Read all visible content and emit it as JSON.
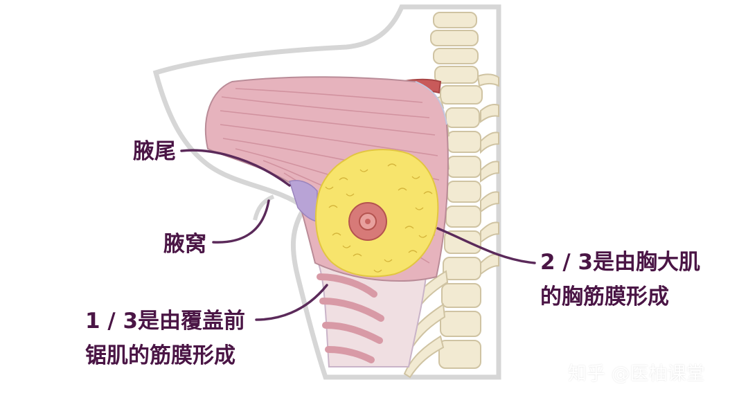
{
  "labels": {
    "axillary_tail": "腋尾",
    "axilla": "腋窝",
    "pectoral_fascia_line1": "2 / 3是由胸大肌",
    "pectoral_fascia_line2": "的胸筋膜形成",
    "serratus_fascia_line1": "1 / 3是由覆盖前",
    "serratus_fascia_line2": "锯肌的筋膜形成"
  },
  "watermark": "知乎 @医柚课堂",
  "colors": {
    "label_text": "#4a1545",
    "leader_line": "#5b2a5a",
    "muscle": "#e6b3bd",
    "breast_tissue": "#f7e46c",
    "nipple": "#d77a78",
    "bone": "#f2ead2",
    "skin_outline": "#cfcfcf",
    "axilla_patch": "#b8a3d6"
  }
}
